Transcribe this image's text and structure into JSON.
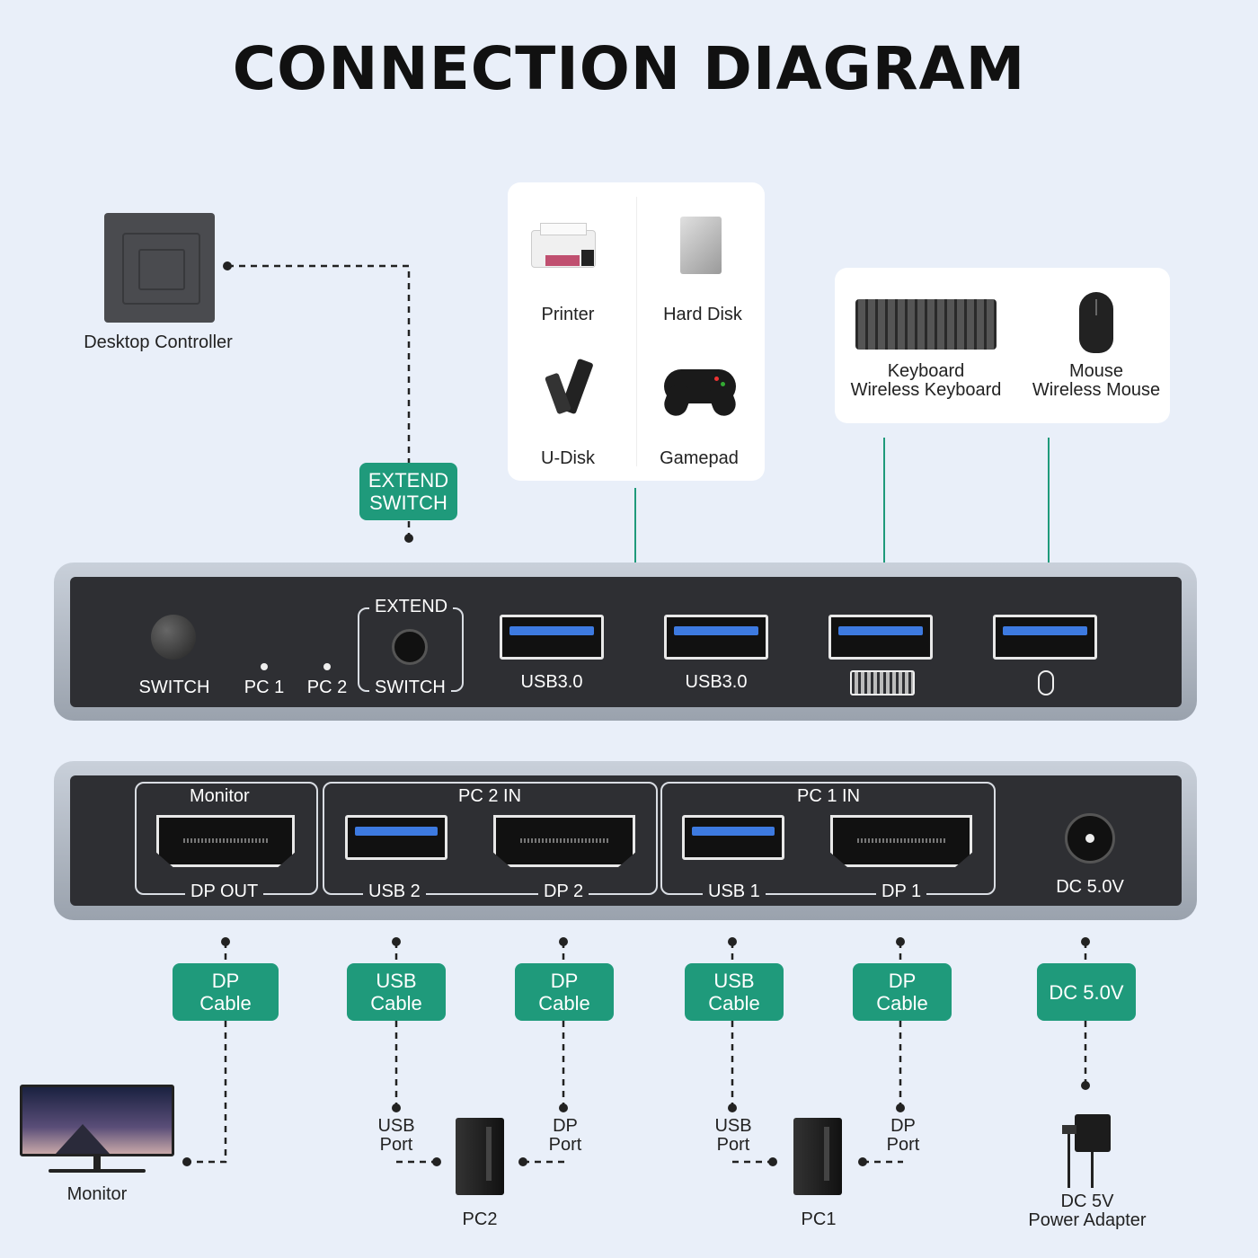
{
  "title": "CONNECTION DIAGRAM",
  "desktop_controller": "Desktop Controller",
  "devices": {
    "printer": "Printer",
    "hard_disk": "Hard Disk",
    "u_disk": "U-Disk",
    "gamepad": "Gamepad",
    "keyboard": "Keyboard",
    "wireless_keyboard": "Wireless Keyboard",
    "mouse": "Mouse",
    "wireless_mouse": "Wireless Mouse"
  },
  "extend_badge": [
    "EXTEND",
    "SWITCH"
  ],
  "front_panel": {
    "switch": "SWITCH",
    "pc1": "PC 1",
    "pc2": "PC 2",
    "extend": "EXTEND",
    "extend_switch": "SWITCH",
    "usb_a": "USB3.0",
    "usb_b": "USB3.0"
  },
  "back_panel": {
    "monitor": "Monitor",
    "dp_out": "DP OUT",
    "pc2_in": "PC 2 IN",
    "usb2": "USB 2",
    "dp2": "DP 2",
    "pc1_in": "PC 1 IN",
    "usb1": "USB 1",
    "dp1": "DP 1",
    "dc": "DC 5.0V"
  },
  "cable_badges": {
    "dp_out": [
      "DP",
      "Cable"
    ],
    "usb2": [
      "USB",
      "Cable"
    ],
    "dp2": [
      "DP",
      "Cable"
    ],
    "usb1": [
      "USB",
      "Cable"
    ],
    "dp1": [
      "DP",
      "Cable"
    ],
    "dc": "DC 5.0V"
  },
  "endpoints": {
    "monitor": "Monitor",
    "usb_port": [
      "USB",
      "Port"
    ],
    "dp_port": [
      "DP",
      "Port"
    ],
    "pc2": "PC2",
    "pc1": "PC1",
    "adapter": [
      "DC 5V",
      "Power Adapter"
    ]
  },
  "colors": {
    "accent": "#1f9a7b",
    "background": "#e9eff9",
    "panel": "#2e2f33",
    "usb_blue": "#3d7ae0"
  }
}
